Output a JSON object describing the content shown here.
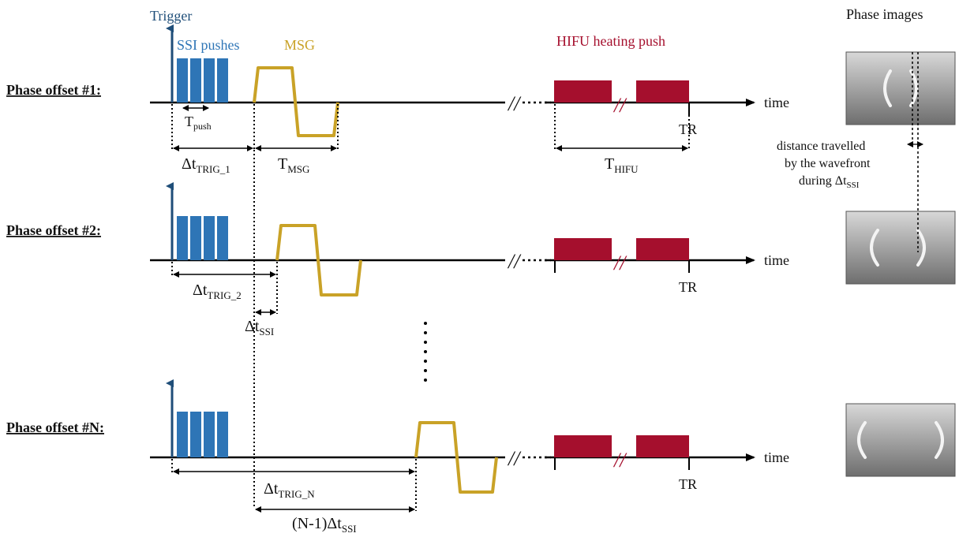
{
  "header": {
    "trigger_label": "Trigger",
    "ssi_label": "SSI pushes",
    "msg_label": "MSG",
    "hifu_label": "HIFU heating push",
    "phase_images_label": "Phase images"
  },
  "rows": [
    {
      "label": "Phase offset #1:",
      "time_label": "time",
      "tr_label": "TR"
    },
    {
      "label": "Phase offset #2:",
      "time_label": "time",
      "tr_label": "TR"
    },
    {
      "label": "Phase offset #N:",
      "time_label": "time",
      "tr_label": "TR"
    }
  ],
  "annotations": {
    "tpush_main": "T",
    "tpush_sub": "push",
    "dt_trig1_main": "Δt",
    "dt_trig1_sub": "TRIG_1",
    "tmsg_main": "T",
    "tmsg_sub": "MSG",
    "thifu_main": "T",
    "thifu_sub": "HIFU",
    "dt_trig2_main": "Δt",
    "dt_trig2_sub": "TRIG_2",
    "dt_ssi_main": "Δt",
    "dt_ssi_sub": "SSI",
    "dt_trign_main": "Δt",
    "dt_trign_sub": "TRIG_N",
    "n1_main": "(N-1)Δt",
    "n1_sub": "SSI",
    "distance_line1": "distance travelled",
    "distance_line2": "by the wavefront",
    "distance_line3_main": "during Δt",
    "distance_line3_sub": "SSI"
  },
  "colors": {
    "trigger": "#1f4e79",
    "ssi": "#2e75b6",
    "msg": "#c9a227",
    "hifu": "#a50f2d",
    "axis": "#000000"
  }
}
